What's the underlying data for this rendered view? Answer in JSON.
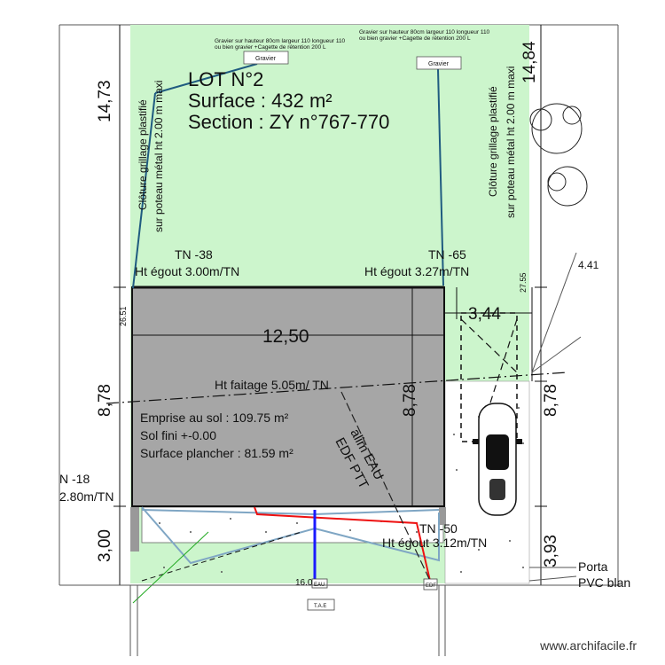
{
  "lot": {
    "title": "LOT N°2",
    "surface": "Surface : 432 m²",
    "section": "Section : ZY n°767-770"
  },
  "notes": {
    "gravel_left": "Gravier sur hauteur 80cm largeur 110 longueur 110",
    "gravel_left_2": "ou bien gravier +Cagette de rétention 200 L",
    "gravel_right": "Gravier sur hauteur 80cm largeur 110 longueur 110",
    "gravel_right_2": "ou bien gravier +Cagette de rétention 200 L",
    "gravier_box_left": "Gravier",
    "gravier_box_right": "Gravier"
  },
  "fences": {
    "left_line1": "Clôture grillage plastifié",
    "left_line2": "sur poteau métal ht 2.00 m maxi",
    "right_line1": "Clôture grillage plastifié",
    "right_line2": "sur poteau métal ht 2.00 m maxi"
  },
  "dimensions": {
    "left_top": "14,73",
    "right_top": "14,84",
    "left_mid": "8,78",
    "inner_mid": "8,78",
    "right_mid": "8,78",
    "left_bottom": "3,00",
    "right_bottom": "3,93",
    "width_house": "12,50",
    "parking_width": "3,44",
    "small_left": "26.51",
    "small_right": "27.55",
    "right_edge": "4.41",
    "bottom_left": "16.0"
  },
  "levels": {
    "tn_top_left": "TN -38",
    "egout_top_left": "Ht égout 3.00m/TN",
    "tn_top_right": "TN -65",
    "egout_top_right": "Ht égout 3.27m/TN",
    "faitage": "Ht faitage 5.05m/ TN",
    "tn_bottom_right": "TN -50",
    "egout_bottom_right": "Ht égout 3.12m/TN",
    "tn_left_edge": "N -18",
    "egout_left_edge": "2.80m/TN"
  },
  "house": {
    "emprise": "Emprise au sol : 109.75 m²",
    "sol": "Sol fini +-0.00",
    "plancher": "Surface plancher : 81.59 m²"
  },
  "network": {
    "alim1": "alim EAU",
    "alim2": "EDF PTT",
    "eau_box": "EAU",
    "edf_box": "EDF",
    "tae": "T.A.E"
  },
  "misc": {
    "porta": "Porta",
    "pvc": "PVC blan",
    "watermark": "www.archifacile.fr"
  },
  "colors": {
    "lawn": "#ccf5cc",
    "house": "#a6a6a6",
    "blue_pipe": "#1a1aff",
    "red_pipe": "#ee1111",
    "steel_pipe": "#7fa6c4",
    "cable": "#1f5b80"
  }
}
